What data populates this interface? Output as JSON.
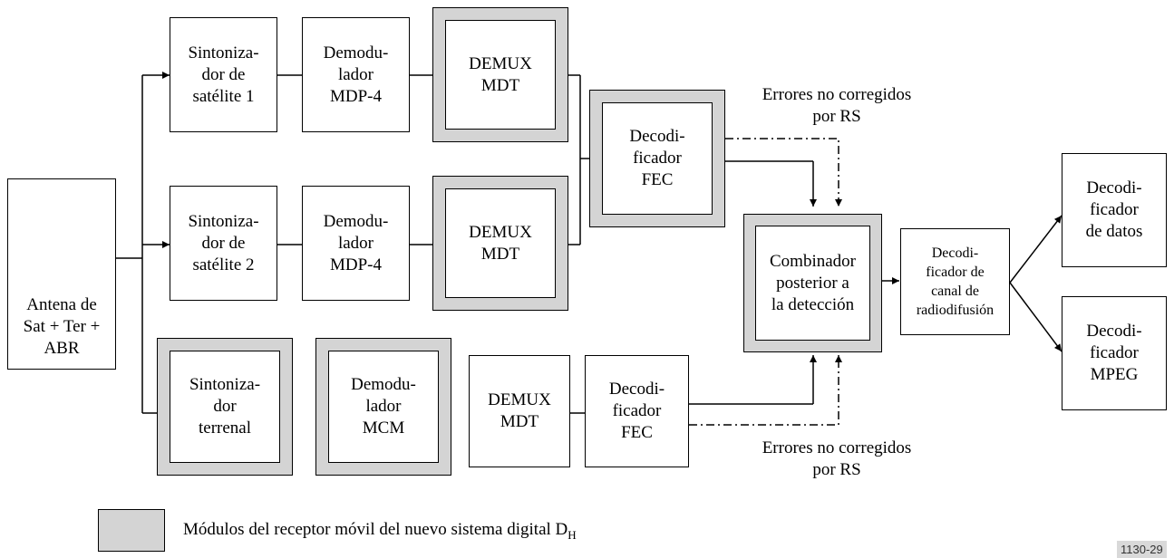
{
  "blocks": {
    "antenna": {
      "lines": [
        "Antena de",
        "Sat + Ter +",
        "ABR"
      ]
    },
    "tuner_sat1": {
      "lines": [
        "Sintoniza-",
        "dor de",
        "satélite 1"
      ]
    },
    "demod_sat1": {
      "lines": [
        "Demodu-",
        "lador",
        "MDP-4"
      ]
    },
    "demux_sat1": {
      "lines": [
        "DEMUX",
        "MDT"
      ]
    },
    "tuner_sat2": {
      "lines": [
        "Sintoniza-",
        "dor de",
        "satélite 2"
      ]
    },
    "demod_sat2": {
      "lines": [
        "Demodu-",
        "lador",
        "MDP-4"
      ]
    },
    "demux_sat2": {
      "lines": [
        "DEMUX",
        "MDT"
      ]
    },
    "fec_sat": {
      "lines": [
        "Decodi-",
        "ficador",
        "FEC"
      ]
    },
    "tuner_ter": {
      "lines": [
        "Sintoniza-",
        "dor",
        "terrenal"
      ]
    },
    "demod_ter": {
      "lines": [
        "Demodu-",
        "lador",
        "MCM"
      ]
    },
    "demux_ter": {
      "lines": [
        "DEMUX",
        "MDT"
      ]
    },
    "fec_ter": {
      "lines": [
        "Decodi-",
        "ficador",
        "FEC"
      ]
    },
    "combiner": {
      "lines": [
        "Combinador",
        "posterior a",
        "la detección"
      ]
    },
    "channel_dec": {
      "lines": [
        "Decodi-",
        "ficador de",
        "canal de",
        "radiodifusión"
      ]
    },
    "data_dec": {
      "lines": [
        "Decodi-",
        "ficador",
        "de datos"
      ]
    },
    "mpeg_dec": {
      "lines": [
        "Decodi-",
        "ficador",
        "MPEG"
      ]
    }
  },
  "annotations": {
    "errors_top": {
      "lines": [
        "Errores no corregidos",
        "por RS"
      ]
    },
    "errors_bottom": {
      "lines": [
        "Errores no corregidos",
        "por RS"
      ]
    }
  },
  "legend": {
    "text": "Módulos del receptor móvil del nuevo sistema digital D",
    "subscript": "H",
    "swatch_color": "#d4d4d4"
  },
  "figure_id": "1130-29"
}
